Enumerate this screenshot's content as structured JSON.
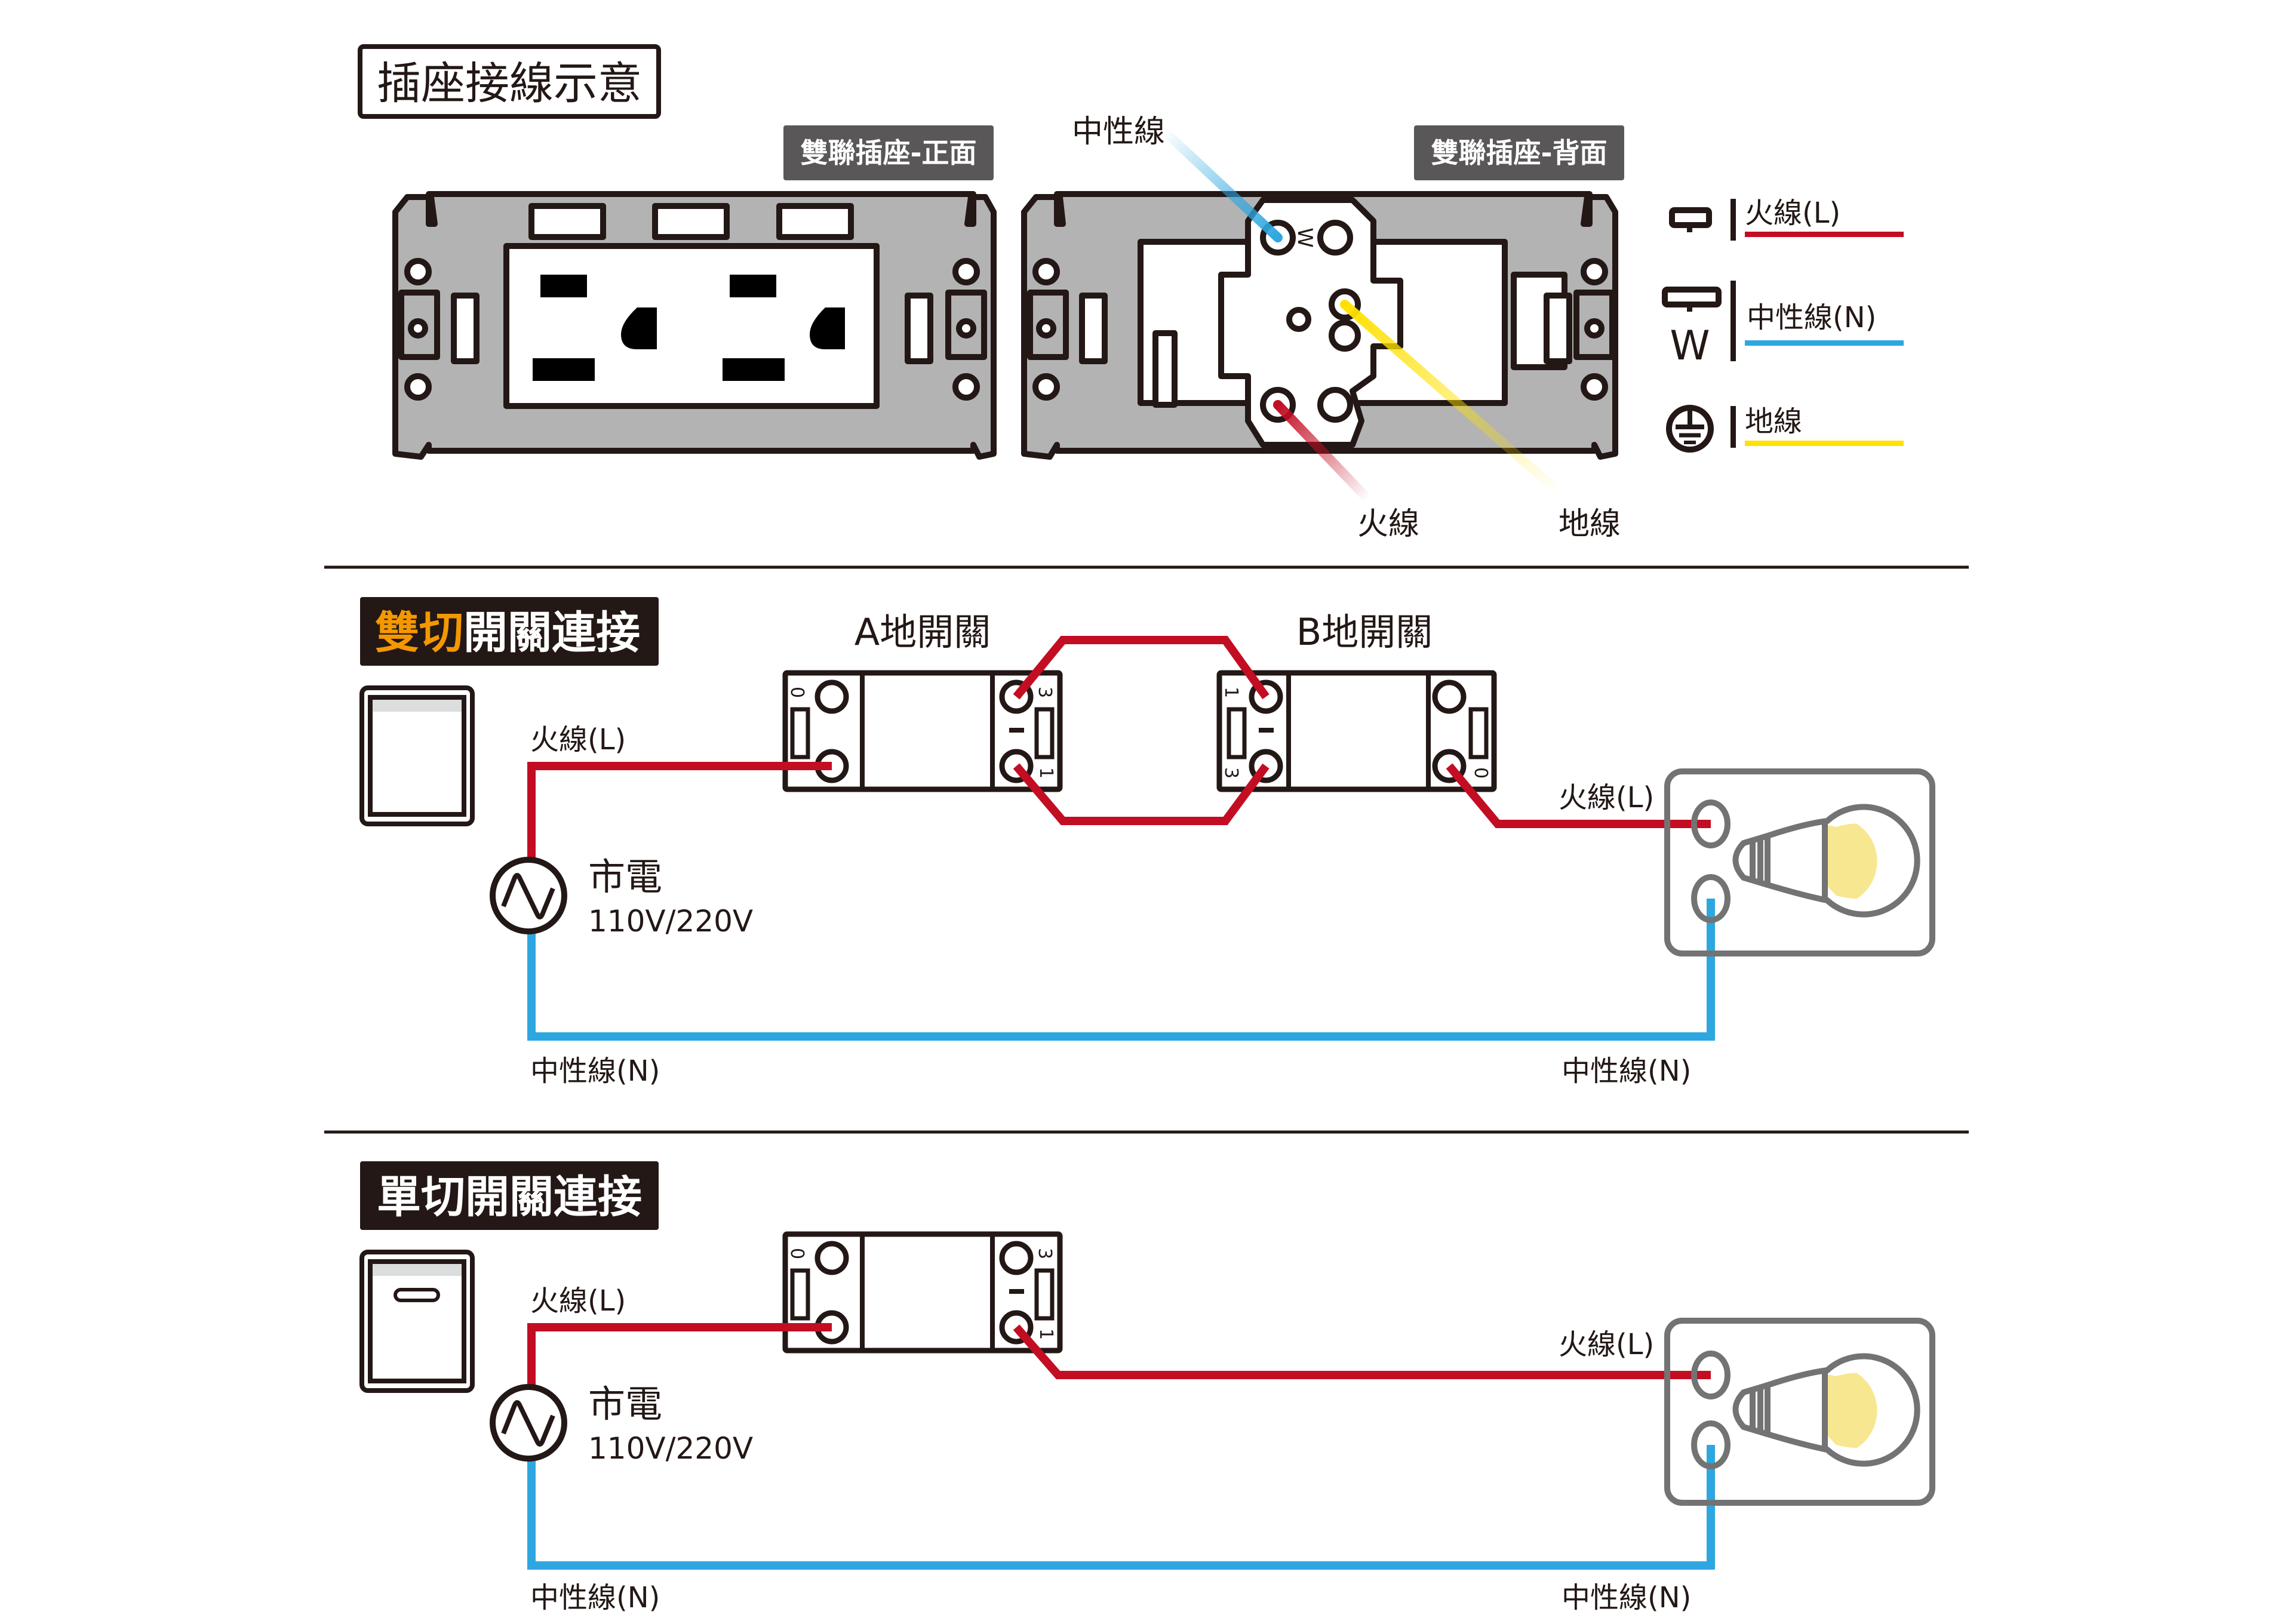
{
  "socket_section": {
    "title": "插座接線示意",
    "front_label": "雙聯插座-正面",
    "back_label": "雙聯插座-背面",
    "callouts": {
      "neutral": "中性線",
      "live": "火線",
      "ground": "地線"
    },
    "terminal_mark": "W",
    "legend": [
      {
        "icon": "live-terminal-icon",
        "label": "火線(L)",
        "color": "#c30d23"
      },
      {
        "icon": "neutral-terminal-w-icon",
        "sub": "W",
        "label": "中性線(N)",
        "color": "#2ea7e0"
      },
      {
        "icon": "ground-symbol-icon",
        "label": "地線",
        "color": "#ffe100"
      }
    ]
  },
  "double_switch_section": {
    "title_highlight": "雙切",
    "title_rest": "開關連接",
    "highlight_color": "#f39800",
    "switch_a_label": "A地開關",
    "switch_b_label": "B地開關",
    "terminal_numbers": {
      "zero": "0",
      "one": "1",
      "three": "3"
    },
    "live_label_left": "火線(L)",
    "live_label_right": "火線(L)",
    "power_label": "市電",
    "voltage_label": "110V/220V",
    "neutral_label_left": "中性線(N)",
    "neutral_label_right": "中性線(N)"
  },
  "single_switch_section": {
    "title": "單切開關連接",
    "terminal_numbers": {
      "zero": "0",
      "one": "1",
      "three": "3"
    },
    "live_label_left": "火線(L)",
    "live_label_right": "火線(L)",
    "power_label": "市電",
    "voltage_label": "110V/220V",
    "neutral_label_left": "中性線(N)",
    "neutral_label_right": "中性線(N)"
  },
  "colors": {
    "live": "#c30d23",
    "neutral": "#2ea7e0",
    "ground": "#ffe100",
    "bulb_glow": "#f7e791",
    "frame_gray": "#b3b3b3",
    "label_bg_dark": "#595757",
    "title_bg": "#231815"
  }
}
